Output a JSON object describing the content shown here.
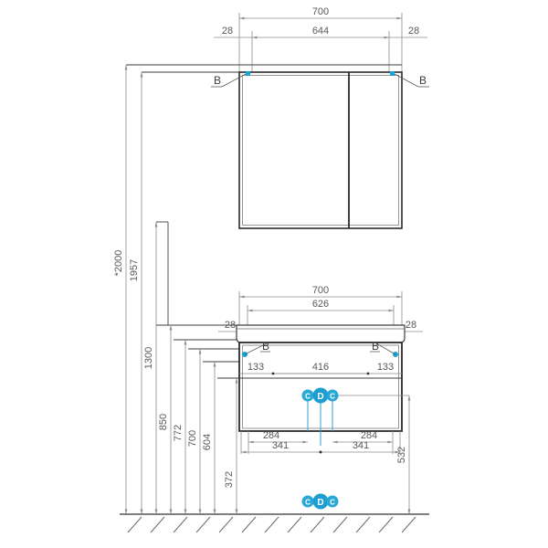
{
  "drawing": {
    "title": "Bathroom furniture elevation drawing",
    "units": "mm",
    "line_color": "#3d3d3d",
    "dim_line_color": "#8c8c8c",
    "accent_color": "#13a5d8",
    "text_color": "#595959"
  },
  "upper_cabinet": {
    "name": "mirror-cabinet",
    "dimensions": {
      "overall_width": "700",
      "inner_width": "644",
      "left_offset": "28",
      "right_offset": "28"
    },
    "callouts": [
      {
        "label": "B",
        "side": "left"
      },
      {
        "label": "B",
        "side": "right"
      }
    ]
  },
  "lower_cabinet": {
    "name": "vanity-unit",
    "dimensions": {
      "overall_width": "700",
      "inner_width": "626",
      "left_offset": "28",
      "right_offset": "28",
      "left_segment": "133",
      "middle_segment": "416",
      "right_segment": "133",
      "left_handle_a": "284",
      "left_handle_b": "341",
      "right_handle_a": "284",
      "right_handle_b": "341",
      "right_height": "532"
    },
    "callouts": [
      {
        "label": "B",
        "side": "left"
      },
      {
        "label": "B",
        "side": "right"
      }
    ]
  },
  "vertical_dimensions": [
    {
      "label": "*2000"
    },
    {
      "label": "1957"
    },
    {
      "label": "1300"
    },
    {
      "label": "850"
    },
    {
      "label": "772"
    },
    {
      "label": "700"
    },
    {
      "label": "604"
    },
    {
      "label": "372"
    }
  ],
  "connection_markers": {
    "upper_row": [
      {
        "label": "C",
        "size": "small"
      },
      {
        "label": "D",
        "size": "large"
      },
      {
        "label": "C",
        "size": "small"
      }
    ],
    "lower_row": [
      {
        "label": "C",
        "size": "small"
      },
      {
        "label": "D",
        "size": "large"
      },
      {
        "label": "C",
        "size": "small"
      }
    ]
  },
  "floor": {
    "name": "floor-hatch",
    "label": ""
  }
}
